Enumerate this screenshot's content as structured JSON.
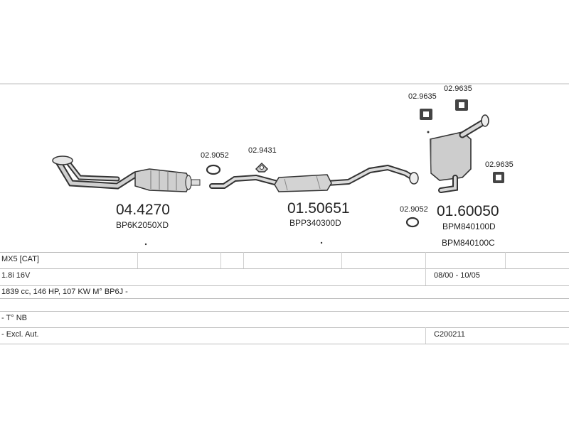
{
  "parts": [
    {
      "number": "04.4270",
      "codes": [
        "BP6K2050XD"
      ]
    },
    {
      "number": "01.50651",
      "codes": [
        "BPP340300D"
      ]
    },
    {
      "number": "01.60050",
      "codes": [
        "BPM840100D",
        "BPM840100C"
      ]
    }
  ],
  "small_refs": {
    "gasket_front": "02.9052",
    "clamp_mid": "02.9431",
    "gasket_rear": "02.9052",
    "hanger_1": "02.9635",
    "hanger_2": "02.9635",
    "hanger_3": "02.9635"
  },
  "table": {
    "row1": {
      "model": "MX5  [CAT]"
    },
    "row2": {
      "engine": "1.8i 16V",
      "years": "08/00 - 10/05"
    },
    "row3": {
      "spec": "1839 cc, 146 HP, 107 KW M° BP6J -"
    },
    "row4": {
      "note": "- T° NB"
    },
    "row5": {
      "note": "- Excl. Aut.",
      "ref": "C200211"
    }
  },
  "colors": {
    "outline": "#333333",
    "fill": "#cccccc",
    "rule": "#bdbdbd"
  }
}
